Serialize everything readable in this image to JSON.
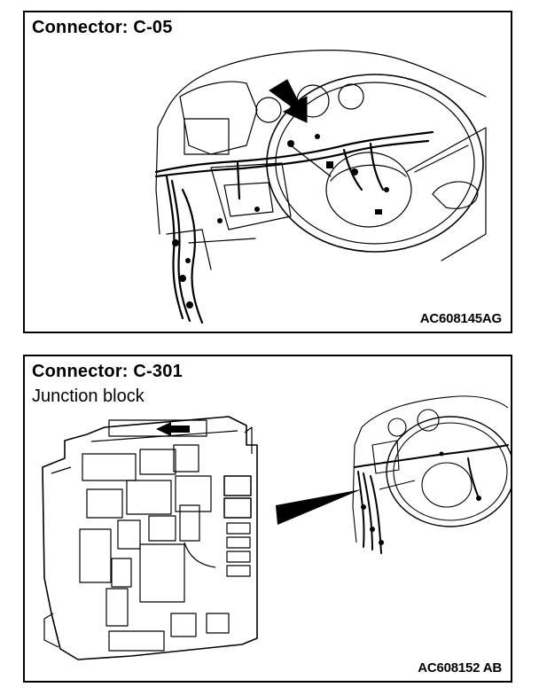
{
  "panels": [
    {
      "title": "Connector: C-05",
      "subtitle": "",
      "figure_code": "AC608145AG",
      "figure": "dashboard-harness-view"
    },
    {
      "title": "Connector: C-301",
      "subtitle": "Junction block",
      "figure_code": "AC608152 AB",
      "figure": "junction-block-and-dashboard-view"
    }
  ],
  "colors": {
    "line": "#000000",
    "background": "#ffffff"
  }
}
